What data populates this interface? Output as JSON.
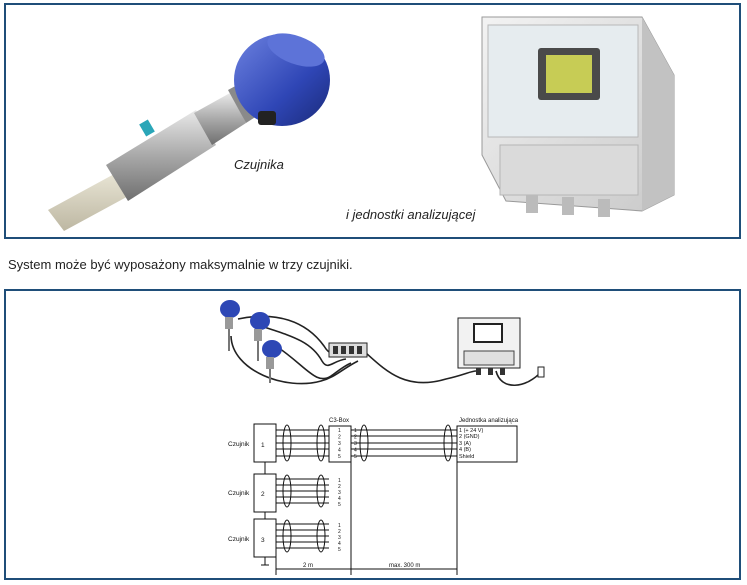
{
  "top_panel": {
    "sensor_caption": "Czujnika",
    "analyzer_caption": "i jednostki analizującej"
  },
  "sentence": "System może być wyposażony maksymalnie w trzy czujniki.",
  "wiring": {
    "box_label": "C3-Box",
    "unit_title": "Jednostka analizująca",
    "unit_terminals": [
      "1 (+ 24 V)",
      "2 (GND)",
      "3 (A)",
      "4 (B)",
      "Shield"
    ],
    "sensor_label": "Czujnik",
    "sensor_numbers": [
      "1",
      "2",
      "3"
    ],
    "pin_numbers": [
      "1",
      "2",
      "3",
      "4",
      "5"
    ],
    "dim_short": "2 m",
    "dim_long": "max. 300 m"
  }
}
